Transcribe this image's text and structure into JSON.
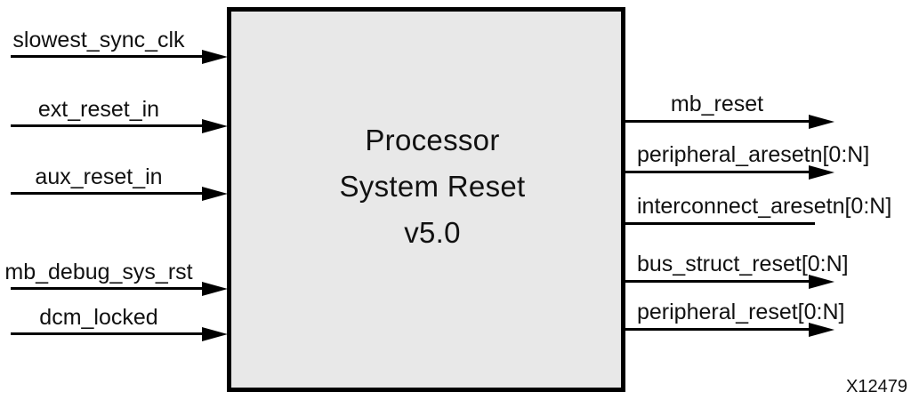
{
  "block": {
    "title_lines": [
      "Processor",
      "System Reset",
      "v5.0"
    ]
  },
  "signals": {
    "inputs": [
      {
        "label": "slowest_sync_clk",
        "arrowhead": true
      },
      {
        "label": "ext_reset_in",
        "arrowhead": true
      },
      {
        "label": "aux_reset_in",
        "arrowhead": true
      },
      {
        "label": "mb_debug_sys_rst",
        "arrowhead": true
      },
      {
        "label": "dcm_locked",
        "arrowhead": true
      }
    ],
    "outputs": [
      {
        "label": "mb_reset",
        "arrowhead": true
      },
      {
        "label": "peripheral_aresetn[0:N]",
        "arrowhead": true
      },
      {
        "label": "interconnect_aresetn[0:N]",
        "arrowhead": false
      },
      {
        "label": "bus_struct_reset[0:N]",
        "arrowhead": true
      },
      {
        "label": "peripheral_reset[0:N]",
        "arrowhead": true
      }
    ]
  },
  "figure_label": "X12479",
  "colors": {
    "background": "#ffffff",
    "block_fill": "#e8e8e8",
    "block_border": "#000000",
    "signal_line": "#000000",
    "label_text": "#111111"
  }
}
